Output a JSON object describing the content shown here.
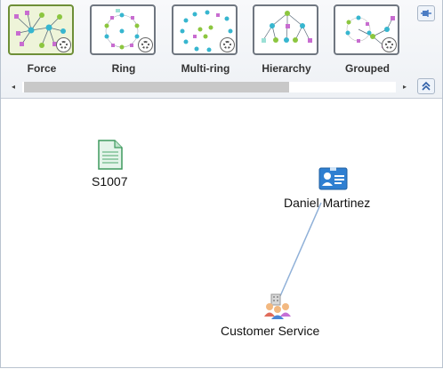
{
  "layouts": [
    {
      "label": "Force",
      "selected": true
    },
    {
      "label": "Ring",
      "selected": false
    },
    {
      "label": "Multi-ring",
      "selected": false
    },
    {
      "label": "Hierarchy",
      "selected": false
    },
    {
      "label": "Grouped",
      "selected": false
    }
  ],
  "scrollbar": {
    "left_arrow": "◂",
    "right_arrow": "▸"
  },
  "nodes": {
    "document": {
      "label": "S1007",
      "icon": "document-icon"
    },
    "person": {
      "label": "Daniel Martinez",
      "icon": "id-card-icon"
    },
    "group": {
      "label": "Customer Service",
      "icon": "group-icon"
    }
  },
  "colors": {
    "edge": "#8fb0d8",
    "selected_border": "#6e8f37",
    "accent": "#2f7fd1"
  }
}
